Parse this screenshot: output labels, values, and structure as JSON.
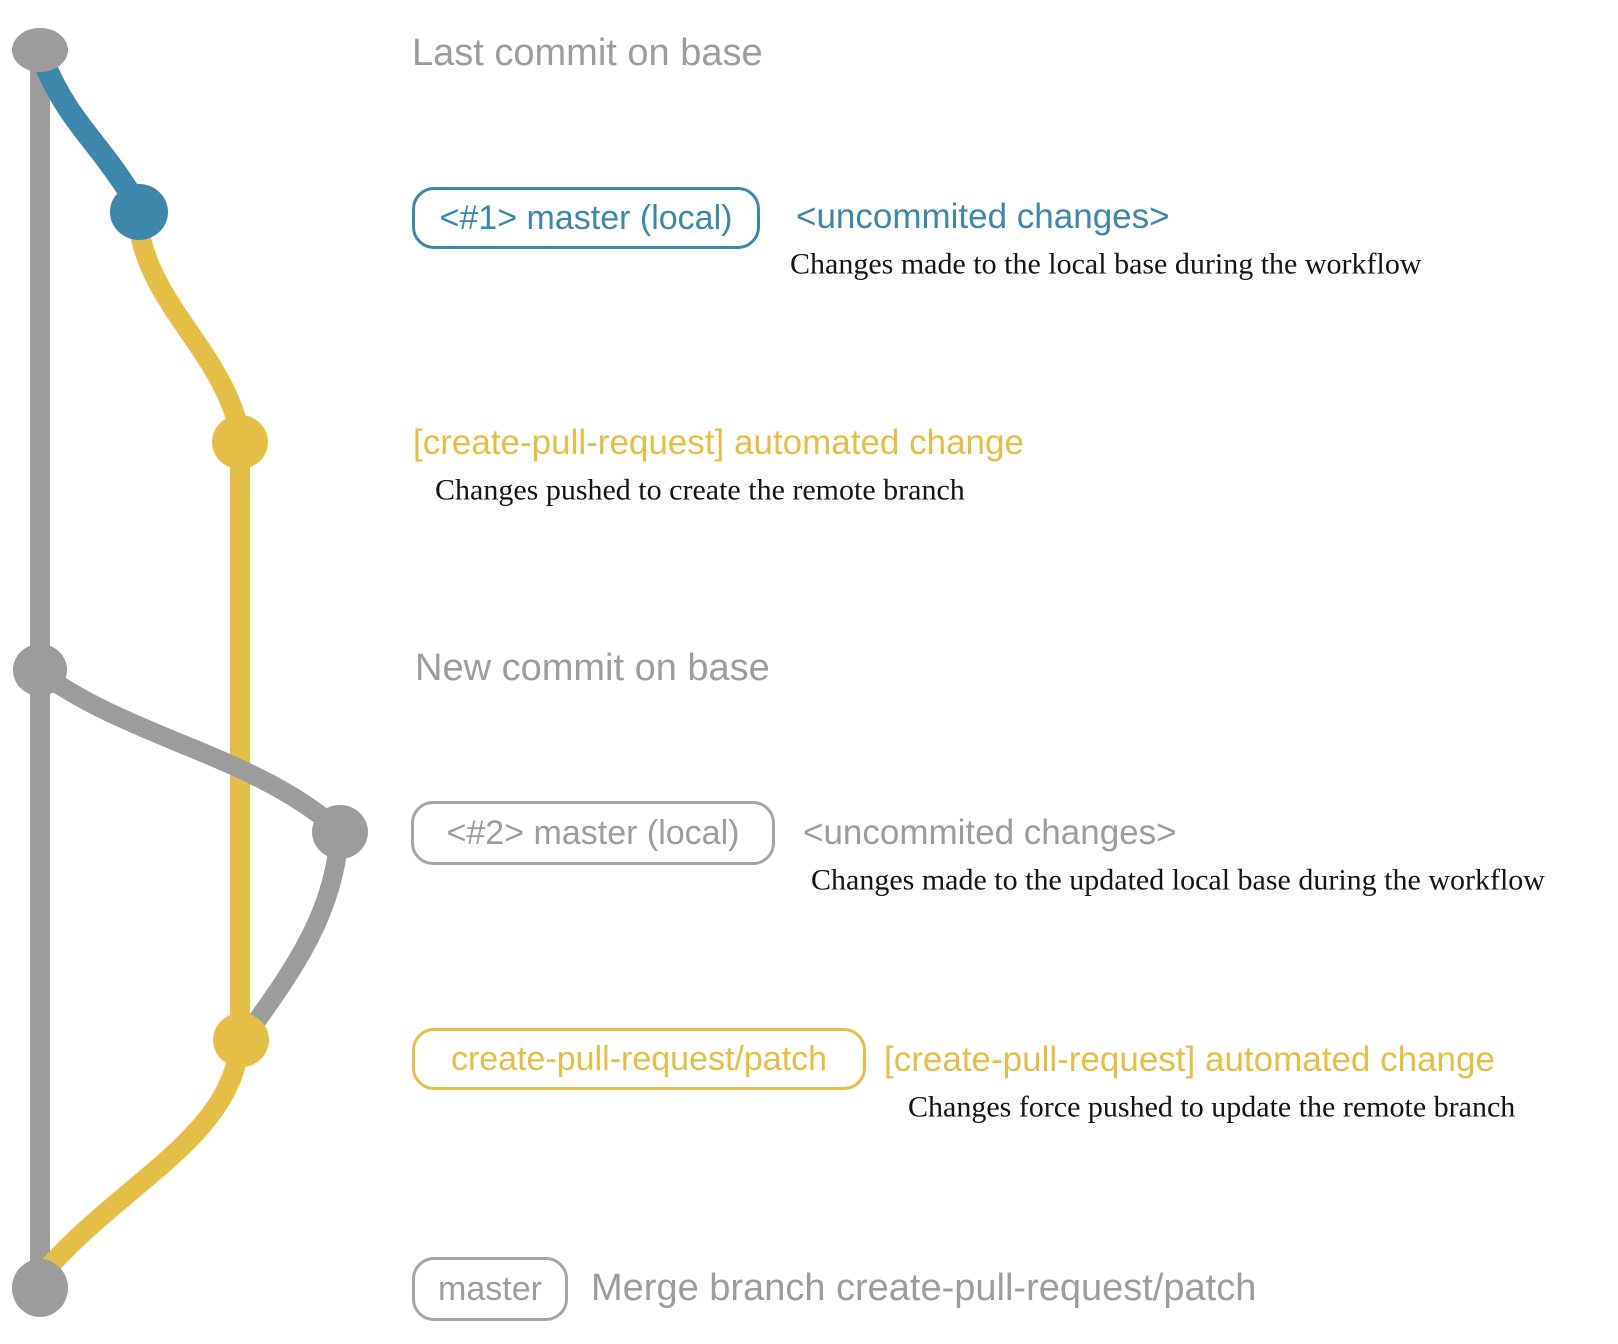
{
  "colors": {
    "gray": "#9c9c9c",
    "border-gray": "#a5a5a5",
    "blue": "#3d87ad",
    "yellow": "#e5bf45",
    "ink": "#151515"
  },
  "rows": {
    "r1": {
      "label": "Last commit on base"
    },
    "r2": {
      "box": "<#1> master (local)",
      "note": "<uncommited changes>",
      "desc": "Changes made to the local base during the workflow"
    },
    "r3": {
      "note": "[create-pull-request] automated change",
      "desc": "Changes pushed to create the remote branch"
    },
    "r4": {
      "label": "New commit on base"
    },
    "r5": {
      "box": "<#2> master (local)",
      "note": "<uncommited changes>",
      "desc": "Changes made to the updated local base during the workflow"
    },
    "r6": {
      "box": "create-pull-request/patch",
      "note": "[create-pull-request] automated change",
      "desc": "Changes force pushed to update the remote branch"
    },
    "r7": {
      "box": "master",
      "label": "Merge branch create-pull-request/patch"
    }
  },
  "graph": {
    "commits": [
      {
        "dot_color": "gray",
        "row": "r1",
        "meaning": "Last commit on base"
      },
      {
        "dot_color": "blue",
        "row": "r2",
        "meaning": "<#1> master (local) <uncommited changes>"
      },
      {
        "dot_color": "yellow",
        "row": "r3",
        "meaning": "[create-pull-request] automated change"
      },
      {
        "dot_color": "gray",
        "row": "r4",
        "meaning": "New commit on base"
      },
      {
        "dot_color": "gray",
        "row": "r5",
        "meaning": "<#2> master (local) <uncommited changes>"
      },
      {
        "dot_color": "yellow",
        "row": "r6",
        "meaning": "create-pull-request/patch [create-pull-request] automated change"
      },
      {
        "dot_color": "gray",
        "row": "r7",
        "meaning": "master Merge branch create-pull-request/patch"
      }
    ]
  }
}
